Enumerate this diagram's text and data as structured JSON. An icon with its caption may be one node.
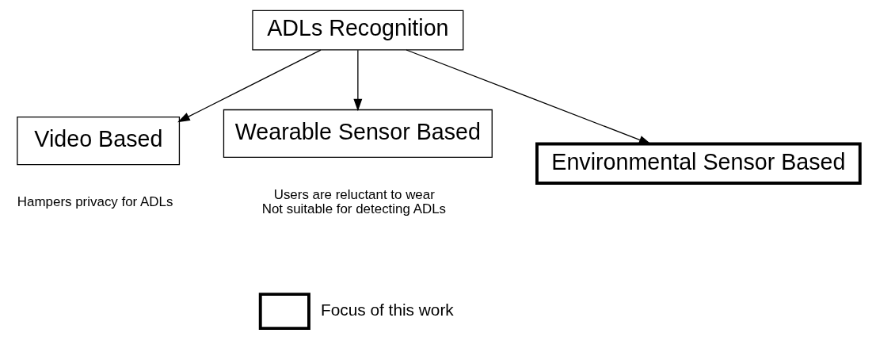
{
  "diagram": {
    "nodes": [
      {
        "text": [
          "ADLs Recognition"
        ]
      },
      {
        "text": [
          "Video Based"
        ],
        "beside": [
          "Hampers privacy for ADLs"
        ]
      },
      {
        "text": [
          "Wearable Sensor Based"
        ],
        "beside": [
          "Users are reluctant to wear",
          "Not suitable for detecting ADLs"
        ]
      },
      {
        "text": [
          "Environmental Sensor Based"
        ]
      }
    ],
    "edges": [
      {
        "from": 0,
        "to": 1,
        "arrow": "to"
      },
      {
        "from": 0,
        "to": 2,
        "arrow": "to"
      },
      {
        "from": 0,
        "to": 3,
        "arrow": "to"
      }
    ],
    "legend": [
      {
        "text": "Focus of this work"
      }
    ]
  }
}
